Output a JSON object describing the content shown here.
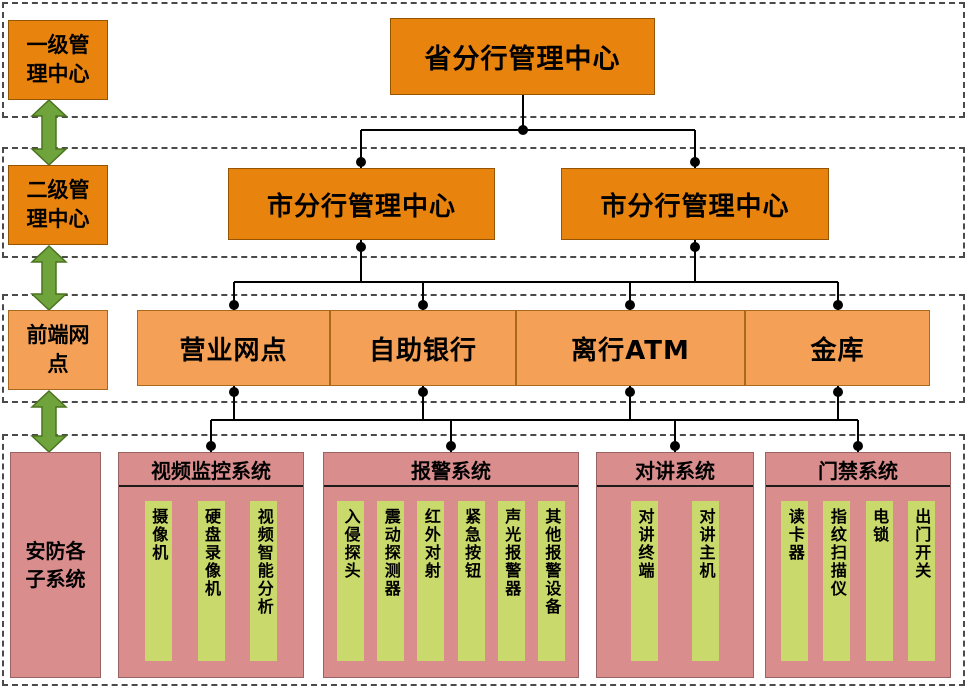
{
  "colors": {
    "primary_orange": "#E8830D",
    "light_orange": "#F4A157",
    "rose_pink": "#D98D8D",
    "bar_green": "#C9D96B",
    "arrow_green": "#6FA33C"
  },
  "levels": {
    "level1": {
      "side_label": "一级管\n理中心",
      "nodes": [
        "省分行管理中心"
      ]
    },
    "level2": {
      "side_label": "二级管\n理中心",
      "nodes": [
        "市分行管理中心",
        "市分行管理中心"
      ]
    },
    "level3": {
      "side_label": "前端网\n点",
      "nodes": [
        "营业网点",
        "自助银行",
        "离行ATM",
        "金库"
      ]
    },
    "level4": {
      "side_label": "安防各\n子系统",
      "groups": [
        {
          "title": "视频监控系统",
          "items": [
            "摄像机",
            "硬盘录像机",
            "视频智能分析"
          ]
        },
        {
          "title": "报警系统",
          "items": [
            "入侵探头",
            "震动探测器",
            "红外对射",
            "紧急按钮",
            "声光报警器",
            "其他报警设备"
          ]
        },
        {
          "title": "对讲系统",
          "items": [
            "对讲终端",
            "对讲主机"
          ]
        },
        {
          "title": "门禁系统",
          "items": [
            "读卡器",
            "指纹扫描仪",
            "电锁",
            "出门开关"
          ]
        }
      ]
    }
  }
}
